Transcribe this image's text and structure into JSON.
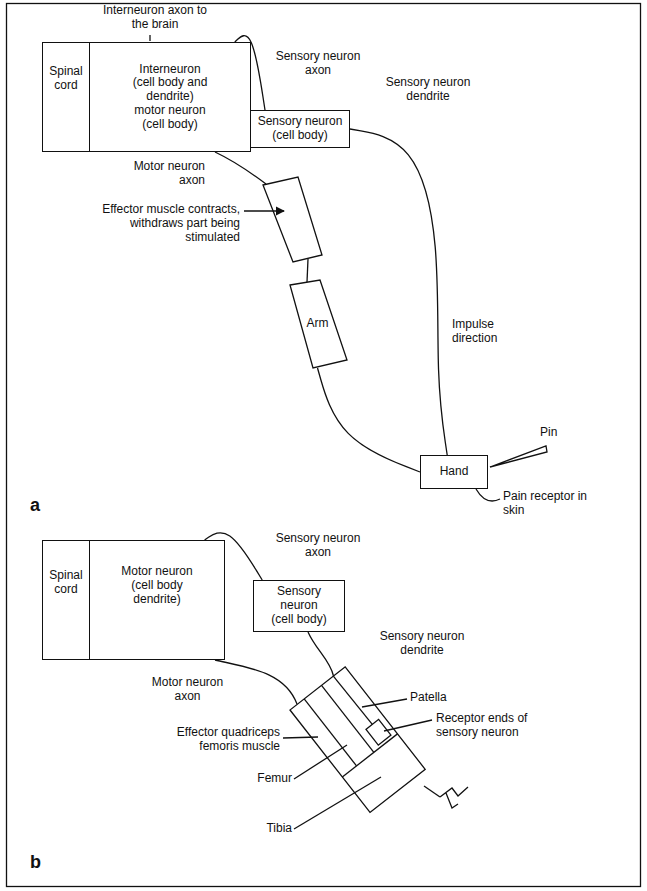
{
  "diagram": {
    "nodes": [
      {
        "text": [
          "Spinal cord"
        ]
      },
      {
        "text": [
          "Interneuron (cell body and dendrite) motor neuron (cell body)"
        ]
      },
      {
        "text": [
          "Sensory neuron (cell body)"
        ]
      },
      {
        "text": [
          "Arm"
        ]
      },
      {
        "text": [
          "Hand"
        ]
      },
      {
        "text": [
          "Spinal cord"
        ]
      },
      {
        "text": [
          "Motor neuron (cell body dendrite)"
        ]
      },
      {
        "text": [
          "Sensory neuron (cell body)"
        ]
      }
    ],
    "edges": [
      {
        "from": 1,
        "to": 2,
        "arrow": "none"
      },
      {
        "from": 2,
        "to": 4,
        "arrow": "none"
      },
      {
        "from": 3,
        "to": 4,
        "arrow": "none"
      },
      {
        "from": 6,
        "to": 7,
        "arrow": "none"
      }
    ],
    "labels": [
      "Interneuron axon to the brain",
      "Sensory neuron axon",
      "Sensory neuron dendrite",
      "Motor neuron axon",
      "Effector muscle contracts, withdraws part being stimulated",
      "Impulse direction",
      "Pin",
      "Pain receptor in skin",
      "a",
      "Sensory neuron axon",
      "Sensory neuron dendrite",
      "Motor neuron axon",
      "Effector quadriceps femoris muscle",
      "Femur",
      "Patella",
      "Receptor ends of sensory neuron",
      "Tibia",
      "b"
    ]
  }
}
